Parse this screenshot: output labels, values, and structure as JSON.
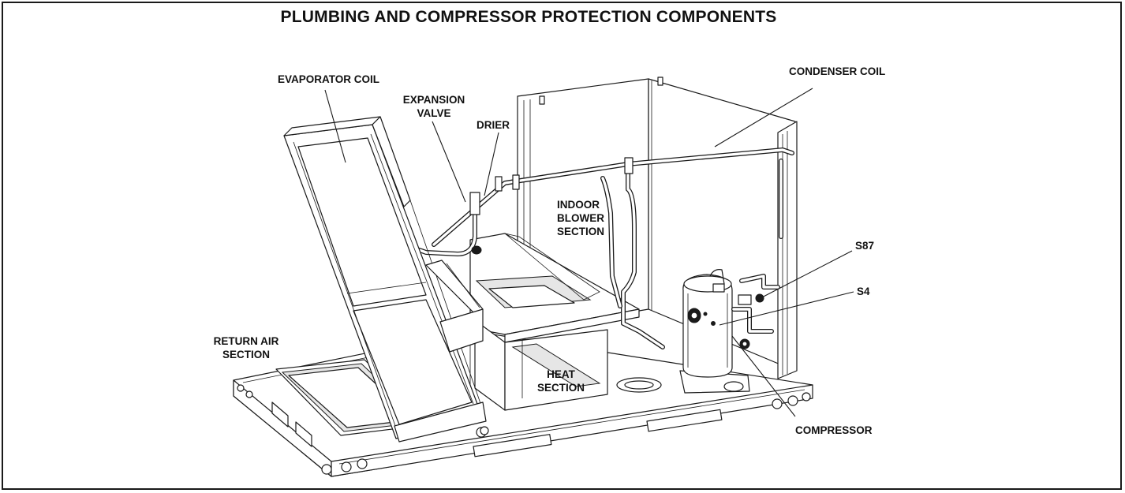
{
  "figure": {
    "title": "PLUMBING AND COMPRESSOR PROTECTION COMPONENTS",
    "labels": {
      "evaporator_coil": "EVAPORATOR COIL",
      "expansion_valve_line1": "EXPANSION",
      "expansion_valve_line2": "VALVE",
      "drier": "DRIER",
      "condenser_coil": "CONDENSER COIL",
      "indoor_blower_line1": "INDOOR",
      "indoor_blower_line2": "BLOWER",
      "indoor_blower_line3": "SECTION",
      "s87": "S87",
      "s4": "S4",
      "return_air_line1": "RETURN AIR",
      "return_air_line2": "SECTION",
      "heat_section_line1": "HEAT",
      "heat_section_line2": "SECTION",
      "compressor": "COMPRESSOR"
    }
  },
  "colors": {
    "line": "#1a1a1a",
    "background": "#ffffff",
    "shade": "#e6e6e6"
  }
}
